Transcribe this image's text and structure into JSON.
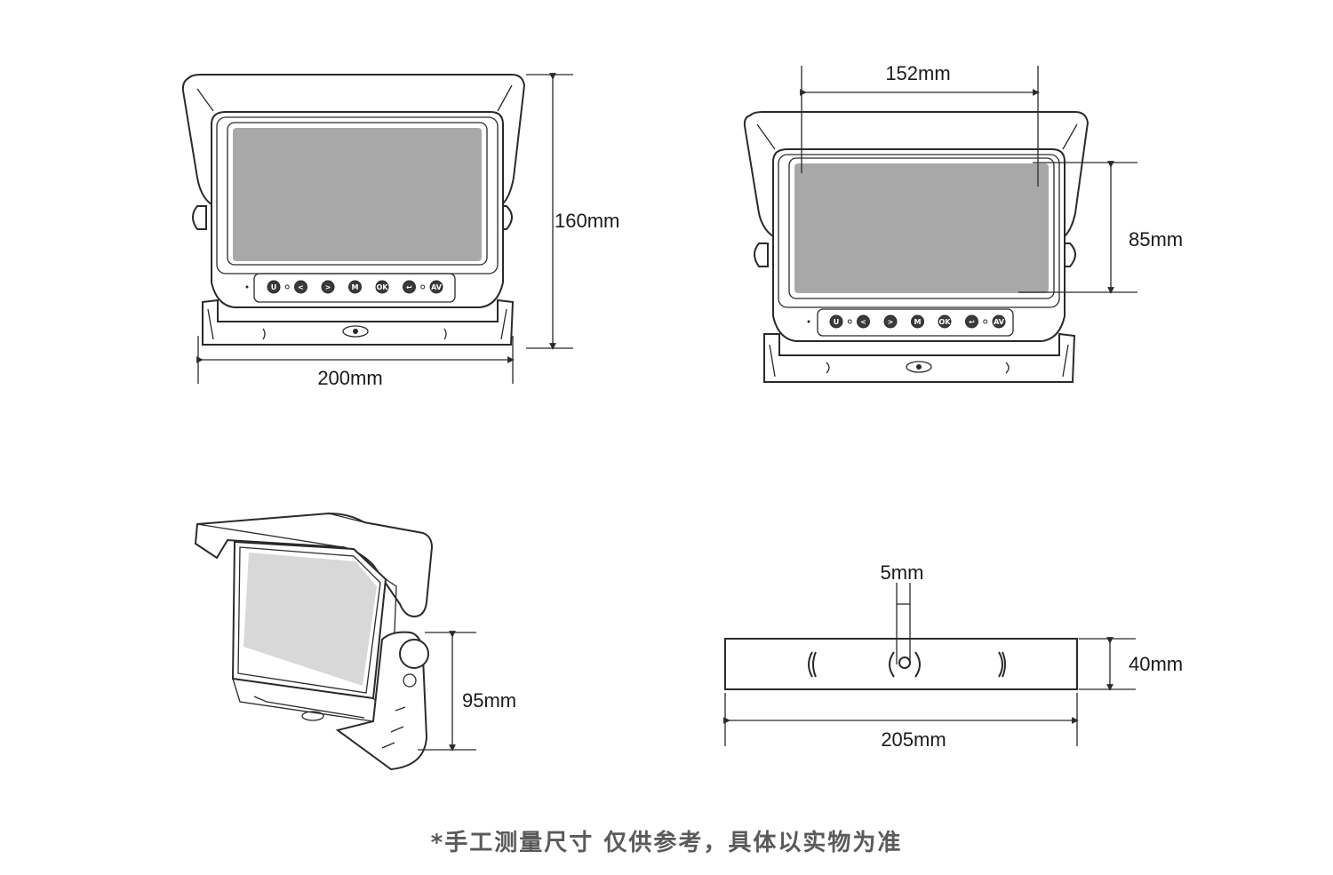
{
  "dimensions": {
    "front_height": "160mm",
    "front_width": "200mm",
    "screen_width": "152mm",
    "screen_height": "85mm",
    "side_depth": "95mm",
    "slot_width": "5mm",
    "base_height": "40mm",
    "base_width": "205mm"
  },
  "buttons": [
    {
      "label": "U",
      "icon": "power-icon"
    },
    {
      "label": "<",
      "icon": "left-arrow-icon"
    },
    {
      "label": ">",
      "icon": "right-arrow-icon"
    },
    {
      "label": "M",
      "icon": "menu-icon"
    },
    {
      "label": "OK",
      "icon": "ok-icon"
    },
    {
      "label": "↩",
      "icon": "return-icon"
    },
    {
      "label": "AV",
      "icon": "av-icon"
    }
  ],
  "note": "*手工测量尺寸 仅供参考，具体以实物为准",
  "colors": {
    "screen": "#a8a8a8",
    "line": "#2a2a2a",
    "note": "#5a5a5a"
  }
}
